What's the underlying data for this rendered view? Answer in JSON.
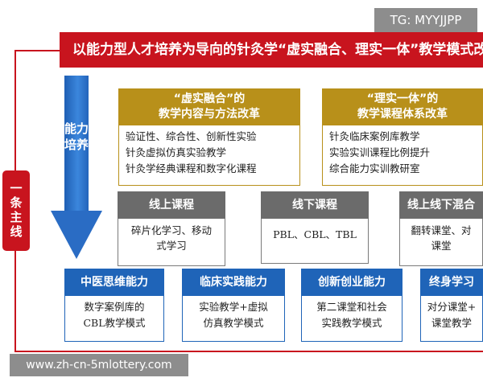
{
  "watermark_top": "TG: MYYJJPP",
  "watermark_bottom": "www.zh-cn-5mlottery.com",
  "banner_title": "以能力型人才培养为导向的针灸学“虚实融合、理实一体”教学模式改",
  "side_label": "一条主线",
  "arrow_label": "能力培养",
  "top_boxes": [
    {
      "title_line1": "“虚实融合”的",
      "title_line2": "教学内容与方法改革",
      "items": [
        "验证性、综合性、创新性实验",
        "针灸虚拟仿真实验教学",
        "针灸学经典课程和数字化课程"
      ]
    },
    {
      "title_line1": "“理实一体”的",
      "title_line2": "教学课程体系改革",
      "items": [
        "针灸临床案例库教学",
        "实验实训课程比例提升",
        "综合能力实训教研室"
      ]
    }
  ],
  "mid_boxes": [
    {
      "title": "线上课程",
      "line1": "碎片化学习、移动",
      "line2": "式学习"
    },
    {
      "title": "线下课程",
      "line1": "PBL、CBL、TBL",
      "line2": ""
    },
    {
      "title": "线上线下混合",
      "line1": "翻转课堂、对",
      "line2": "课堂"
    }
  ],
  "bottom_boxes": [
    {
      "title": "中医思维能力",
      "line1": "数字案例库的",
      "line2": "CBL教学模式"
    },
    {
      "title": "临床实践能力",
      "line1": "实验教学+虚拟",
      "line2": "仿真教学模式"
    },
    {
      "title": "创新创业能力",
      "line1": "第二课堂和社会",
      "line2": "实践教学模式"
    },
    {
      "title": "终身学习",
      "line1": "对分课堂+",
      "line2": "课堂教学"
    }
  ],
  "colors": {
    "red": "#c8141e",
    "blue": "#1f64b8",
    "gold": "#b8901a",
    "grey": "#6b6b6b"
  }
}
